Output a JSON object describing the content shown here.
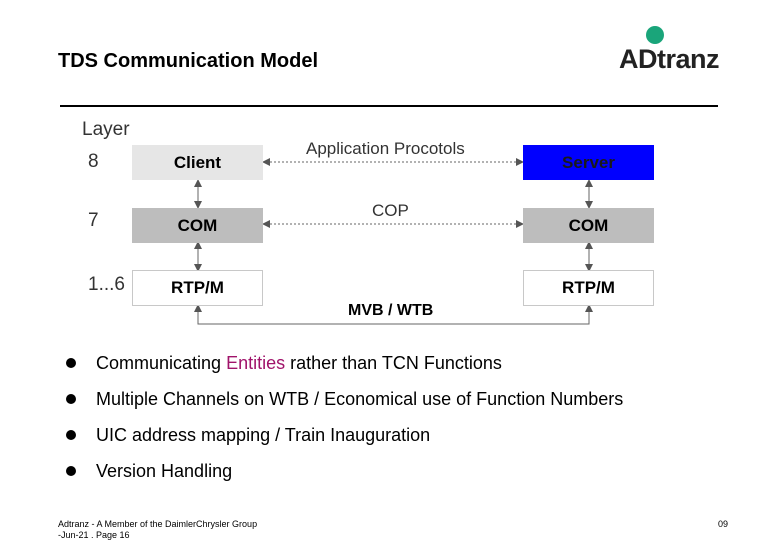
{
  "slide": {
    "title": "TDS Communication Model",
    "logo": "ADtranz",
    "footer_left_1": "Adtranz - A Member of the DaimlerChrysler Group",
    "footer_left_2": "-Jun-21 . Page 16",
    "page_number": "09"
  },
  "diagram": {
    "layer_heading": "Layer",
    "layers": [
      "8",
      "7",
      "1...6"
    ],
    "left_boxes": [
      "Client",
      "COM",
      "RTP/M"
    ],
    "right_boxes": [
      "Server",
      "COM",
      "RTP/M"
    ],
    "application_label": "Application Procotols",
    "cop_label": "COP",
    "bus_label": "MVB / WTB"
  },
  "bullets": [
    {
      "before": "Communicating ",
      "accent": "Entities",
      "after": " rather than TCN Functions"
    },
    {
      "text": "Multiple Channels on WTB / Economical use of  Function Numbers"
    },
    {
      "text": "UIC address mapping / Train Inauguration"
    },
    {
      "text": "Version Handling"
    }
  ],
  "colors": {
    "accent": "#a0136a",
    "server": "#0000ff",
    "logo_dot": "#1aa57a"
  }
}
